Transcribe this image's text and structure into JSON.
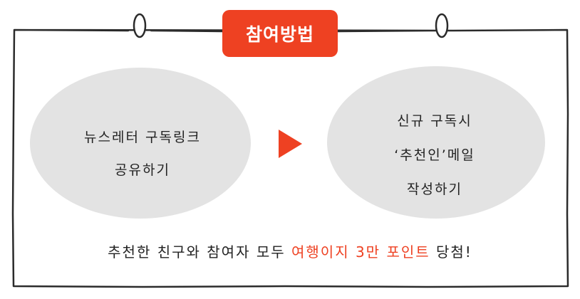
{
  "header": {
    "badge_label": "참여방법"
  },
  "steps": [
    {
      "lines": [
        "뉴스레터 구독링크",
        "공유하기"
      ]
    },
    {
      "lines": [
        "신규 구독시",
        "‘추천인’메일",
        "작성하기"
      ]
    }
  ],
  "footer": {
    "text_before": "추천한 친구와 참여자 모두 ",
    "highlight": "여행이지 3만 포인트",
    "text_after": " 당첨!"
  },
  "colors": {
    "accent": "#ee4122",
    "bubble_fill": "#e3e3e3",
    "frame_stroke": "#2b2b2b"
  },
  "icons": {
    "arrow": "play-arrow-icon",
    "ring_left": "binder-ring-icon",
    "ring_right": "binder-ring-icon"
  }
}
